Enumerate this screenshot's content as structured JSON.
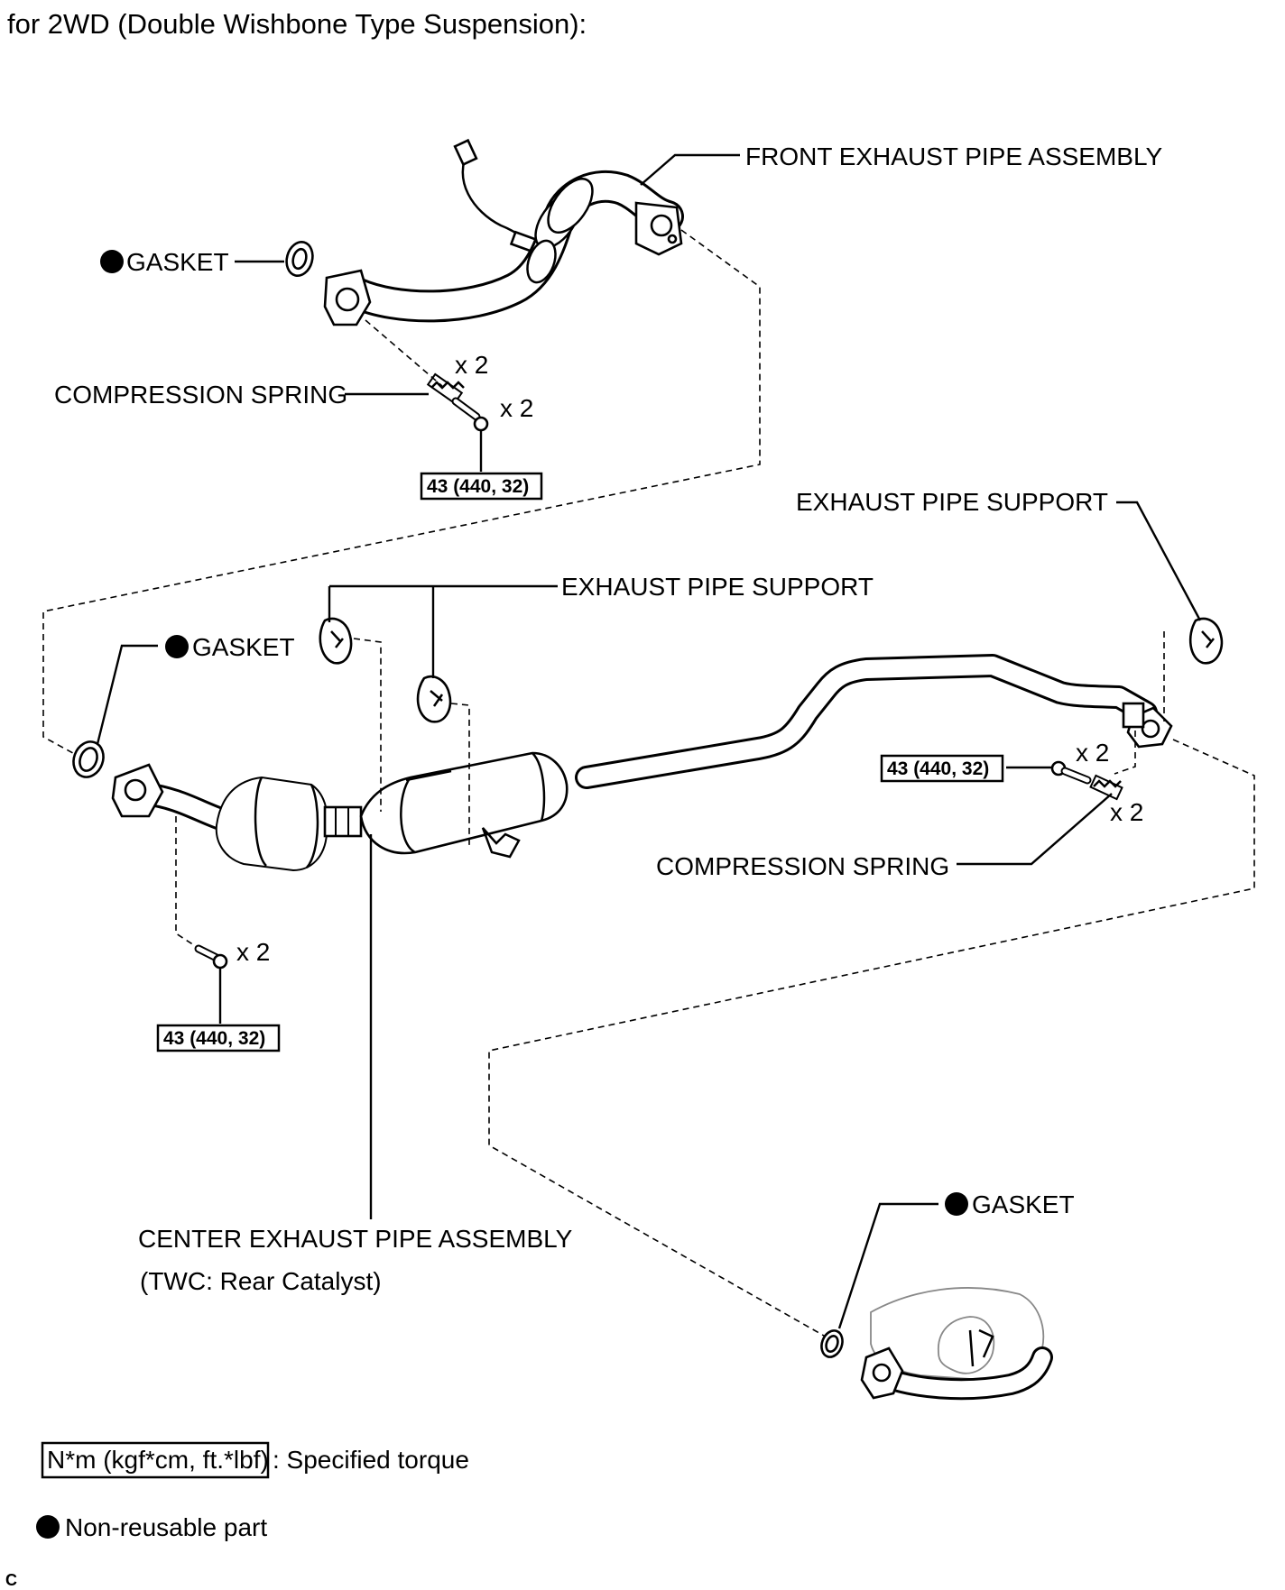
{
  "title": "for 2WD (Double Wishbone Type Suspension):",
  "labels": {
    "front_pipe": "FRONT EXHAUST PIPE ASSEMBLY",
    "gasket_top": "GASKET",
    "compression_spring_left": "COMPRESSION SPRING",
    "support_right": "EXHAUST PIPE SUPPORT",
    "support_center": "EXHAUST PIPE SUPPORT",
    "gasket_left": "GASKET",
    "compression_spring_right": "COMPRESSION SPRING",
    "center_pipe": "CENTER EXHAUST PIPE ASSEMBLY",
    "center_pipe_sub": "(TWC: Rear Catalyst)",
    "gasket_bottom": "GASKET"
  },
  "quantities": {
    "spring_top": "x 2",
    "bolt_top": "x 2",
    "bolt_right": "x 2",
    "spring_right": "x 2",
    "bolt_left": "x 2"
  },
  "torques": {
    "top": "43 (440, 32)",
    "right": "43 (440, 32)",
    "left": "43 (440, 32)"
  },
  "legend": {
    "torque_box": "N*m (kgf*cm, ft.*lbf)",
    "torque_desc": ": Specified torque",
    "nonreusable": "Non-reusable part"
  },
  "corner_mark": "C",
  "icons": {
    "non_reusable": "filled-circle-icon"
  }
}
